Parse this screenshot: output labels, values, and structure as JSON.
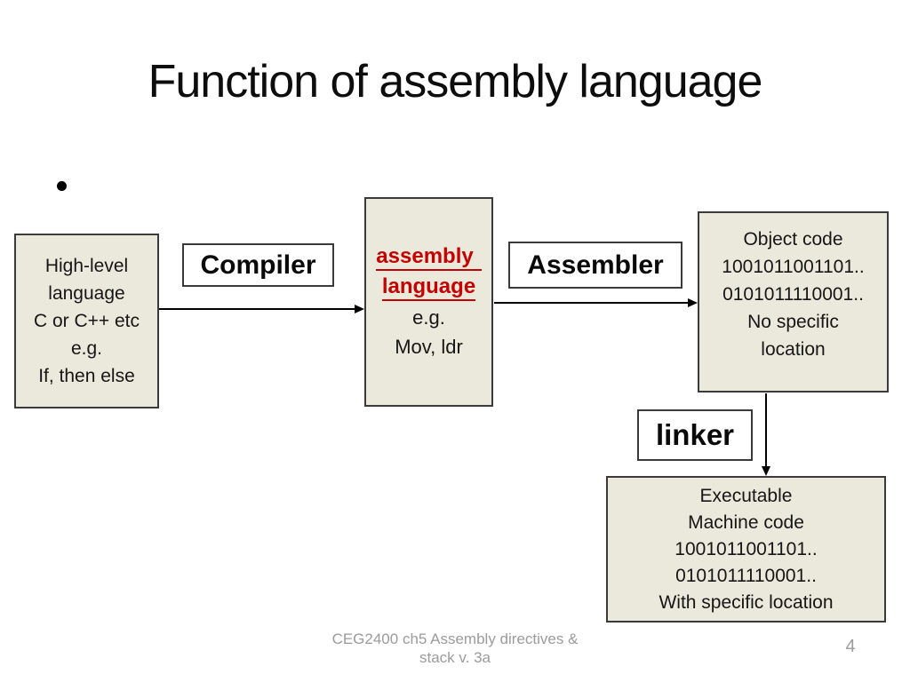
{
  "slide": {
    "title": "Function of assembly language",
    "footer": {
      "line1": "CEG2400 ch5 Assembly directives &",
      "line2": "stack v. 3a"
    },
    "page_number": "4"
  },
  "colors": {
    "box_fill": "#EBE8DC",
    "box_border": "#3A3A3A",
    "red_text": "#C40000",
    "footer_gray": "#9B9B9B",
    "arrow_black": "#000000"
  },
  "diagram": {
    "high_level_box": {
      "lines": [
        "High-level",
        "language",
        "C or C++ etc",
        "e.g.",
        "If, then else"
      ]
    },
    "compiler_label": "Compiler",
    "assembly_box": {
      "red_lines": [
        "assembly",
        "language"
      ],
      "black_lines": [
        "e.g.",
        "Mov, ldr"
      ]
    },
    "assembler_label": "Assembler",
    "object_code_box": {
      "lines": [
        "Object code",
        "1001011001101..",
        "0101011110001..",
        "No specific",
        "location"
      ]
    },
    "linker_label": "linker",
    "executable_box": {
      "lines": [
        "Executable",
        "Machine code",
        "1001011001101..",
        "0101011110001..",
        "With specific location"
      ]
    }
  }
}
